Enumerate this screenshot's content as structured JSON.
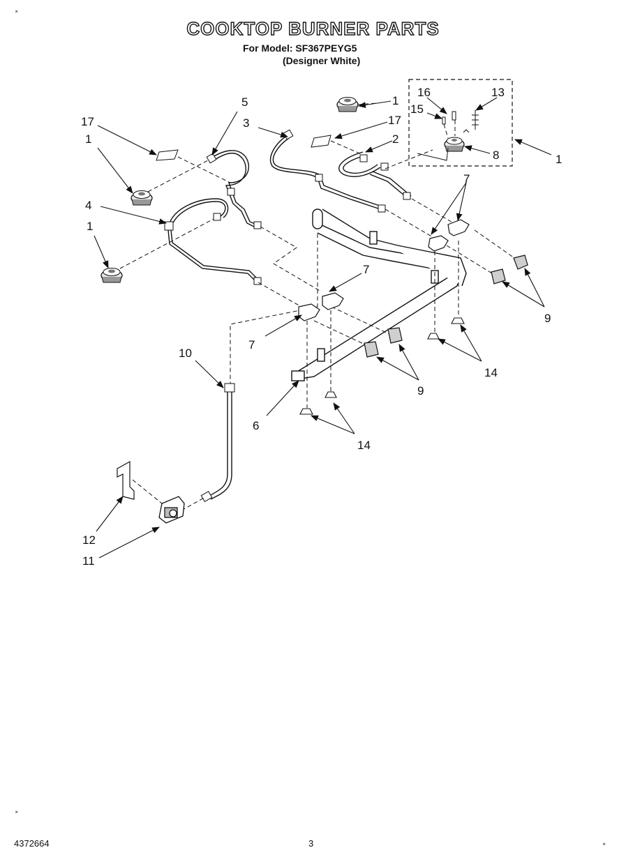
{
  "header": {
    "title": "COOKTOP BURNER PARTS",
    "model_line": "For Model: SF367PEYG5",
    "variant_line": "(Designer White)"
  },
  "footer": {
    "doc_number": "4372664",
    "page_number": "3"
  },
  "callouts": {
    "c1a": "1",
    "c1b": "1",
    "c1c": "1",
    "c1d": "1",
    "c2": "2",
    "c3": "3",
    "c4": "4",
    "c5": "5",
    "c6": "6",
    "c7a": "7",
    "c7b": "7",
    "c7c": "7",
    "c8": "8",
    "c9a": "9",
    "c9b": "9",
    "c10": "10",
    "c11": "11",
    "c12": "12",
    "c13": "13",
    "c14a": "14",
    "c14b": "14",
    "c15": "15",
    "c16": "16",
    "c17a": "17",
    "c17b": "17"
  }
}
